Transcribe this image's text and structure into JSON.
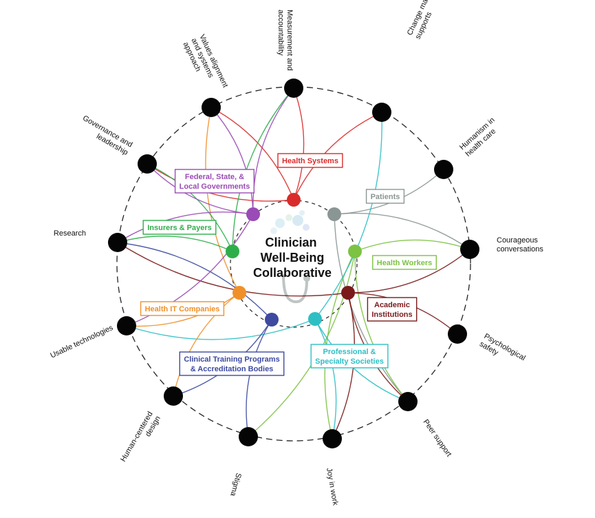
{
  "center": {
    "lines": [
      "Clinician",
      "Well-Being",
      "Collaborative"
    ]
  },
  "stakeholders": [
    {
      "id": "health-systems",
      "lines": [
        "Health Systems"
      ],
      "color": "#d92b2b"
    },
    {
      "id": "patients",
      "lines": [
        "Patients"
      ],
      "color": "#8a9694"
    },
    {
      "id": "health-workers",
      "lines": [
        "Health Workers"
      ],
      "color": "#7cc243"
    },
    {
      "id": "academic-institutions",
      "lines": [
        "Academic",
        "Institutions"
      ],
      "color": "#7a1a1a"
    },
    {
      "id": "professional-specialty-societies",
      "lines": [
        "Professional &",
        "Specialty Societies"
      ],
      "color": "#2ebfc4"
    },
    {
      "id": "clinical-training-programs",
      "lines": [
        "Clinical Training Programs",
        "& Accreditation Bodies"
      ],
      "color": "#3d4aa0"
    },
    {
      "id": "health-it-companies",
      "lines": [
        "Health IT Companies"
      ],
      "color": "#f0902a"
    },
    {
      "id": "insurers-payers",
      "lines": [
        "Insurers & Payers"
      ],
      "color": "#2eae4a"
    },
    {
      "id": "governments",
      "lines": [
        "Federal, State, &",
        "Local Governments"
      ],
      "color": "#9a4bb5"
    }
  ],
  "factors": [
    {
      "id": "measurement-accountability",
      "lines": [
        "Measurement and",
        "accountability"
      ]
    },
    {
      "id": "change-management",
      "lines": [
        "Change management",
        "supports"
      ]
    },
    {
      "id": "humanism",
      "lines": [
        "Humanism in",
        "health care"
      ]
    },
    {
      "id": "courageous-conversations",
      "lines": [
        "Courageous",
        "conversations"
      ]
    },
    {
      "id": "psychological-safety",
      "lines": [
        "Psychological",
        "safety"
      ]
    },
    {
      "id": "peer-support",
      "lines": [
        "Peer support"
      ]
    },
    {
      "id": "joy-in-work",
      "lines": [
        "Joy in work"
      ]
    },
    {
      "id": "stigma",
      "lines": [
        "Stigma"
      ]
    },
    {
      "id": "human-centered-design",
      "lines": [
        "Human-centered",
        "design"
      ]
    },
    {
      "id": "usable-technologies",
      "lines": [
        "Usable technologies"
      ]
    },
    {
      "id": "research",
      "lines": [
        "Research"
      ]
    },
    {
      "id": "governance-leadership",
      "lines": [
        "Governance and",
        "leadership"
      ]
    },
    {
      "id": "values-alignment",
      "lines": [
        "Values alignment",
        "and systems",
        "approach"
      ]
    }
  ],
  "connections": [
    {
      "from": "health-systems",
      "to": "measurement-accountability"
    },
    {
      "from": "health-systems",
      "to": "change-management"
    },
    {
      "from": "health-systems",
      "to": "values-alignment"
    },
    {
      "from": "health-systems",
      "to": "governance-leadership"
    },
    {
      "from": "patients",
      "to": "humanism"
    },
    {
      "from": "patients",
      "to": "courageous-conversations"
    },
    {
      "from": "patients",
      "to": "peer-support"
    },
    {
      "from": "health-workers",
      "to": "courageous-conversations"
    },
    {
      "from": "health-workers",
      "to": "peer-support"
    },
    {
      "from": "health-workers",
      "to": "stigma"
    },
    {
      "from": "health-workers",
      "to": "joy-in-work"
    },
    {
      "from": "academic-institutions",
      "to": "psychological-safety"
    },
    {
      "from": "academic-institutions",
      "to": "courageous-conversations"
    },
    {
      "from": "academic-institutions",
      "to": "joy-in-work"
    },
    {
      "from": "academic-institutions",
      "to": "peer-support"
    },
    {
      "from": "academic-institutions",
      "to": "research"
    },
    {
      "from": "professional-specialty-societies",
      "to": "change-management"
    },
    {
      "from": "professional-specialty-societies",
      "to": "joy-in-work"
    },
    {
      "from": "professional-specialty-societies",
      "to": "peer-support"
    },
    {
      "from": "professional-specialty-societies",
      "to": "usable-technologies"
    },
    {
      "from": "clinical-training-programs",
      "to": "stigma"
    },
    {
      "from": "clinical-training-programs",
      "to": "human-centered-design"
    },
    {
      "from": "clinical-training-programs",
      "to": "research"
    },
    {
      "from": "health-it-companies",
      "to": "usable-technologies"
    },
    {
      "from": "health-it-companies",
      "to": "human-centered-design"
    },
    {
      "from": "health-it-companies",
      "to": "values-alignment"
    },
    {
      "from": "insurers-payers",
      "to": "governance-leadership"
    },
    {
      "from": "insurers-payers",
      "to": "measurement-accountability"
    },
    {
      "from": "insurers-payers",
      "to": "research"
    },
    {
      "from": "governments",
      "to": "governance-leadership"
    },
    {
      "from": "governments",
      "to": "values-alignment"
    },
    {
      "from": "governments",
      "to": "measurement-accountability"
    },
    {
      "from": "governments",
      "to": "research"
    },
    {
      "from": "governments",
      "to": "usable-technologies"
    }
  ]
}
